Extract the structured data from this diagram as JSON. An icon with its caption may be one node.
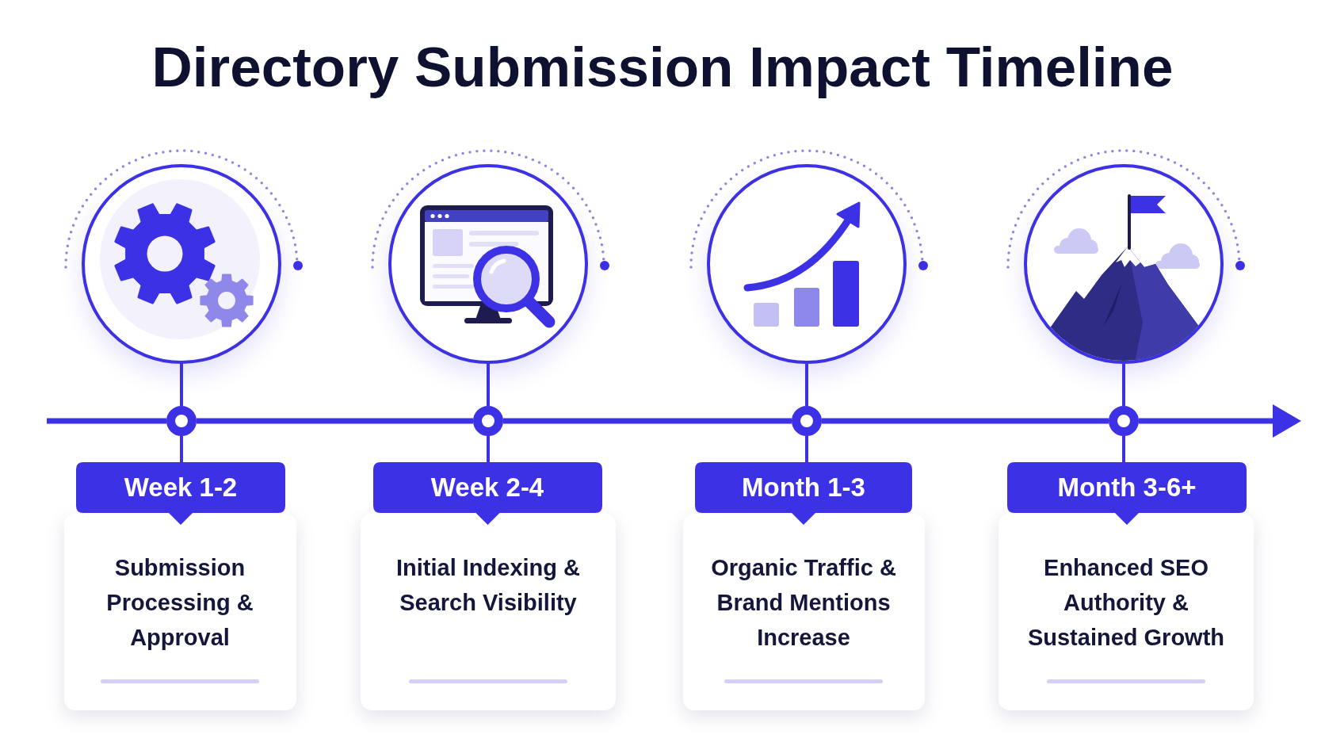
{
  "diagram": {
    "title": "Directory Submission Impact Timeline",
    "nodes": [
      {
        "text": [],
        "shape": "circle"
      },
      {
        "text": [],
        "shape": "circle"
      },
      {
        "text": [
          "Week 1-2"
        ]
      },
      {
        "text": [
          "Submission Processing & Approval"
        ]
      },
      {
        "text": [],
        "shape": "circle"
      },
      {
        "text": [],
        "shape": "circle"
      },
      {
        "text": [
          "Week 2-4"
        ]
      },
      {
        "text": [
          "Initial Indexing & Search Visibility"
        ]
      },
      {
        "text": [],
        "shape": "circle"
      },
      {
        "text": [],
        "shape": "circle"
      },
      {
        "text": [
          "Month 1-3"
        ]
      },
      {
        "text": [
          "Organic Traffic & Brand Mentions Increase"
        ]
      },
      {
        "text": [],
        "shape": "circle"
      },
      {
        "text": [],
        "shape": "circle"
      },
      {
        "text": [
          "Month 3-6+"
        ]
      },
      {
        "text": [
          "Enhanced SEO Authority & Sustained Growth"
        ]
      }
    ],
    "edges": [
      {
        "from": null,
        "to": 1,
        "arrow": "none"
      },
      {
        "from": 1,
        "to": 5,
        "arrow": "none"
      },
      {
        "from": 5,
        "to": 9,
        "arrow": "none"
      },
      {
        "from": 9,
        "to": 13,
        "arrow": "none"
      },
      {
        "from": 13,
        "to": null,
        "arrow": "to"
      },
      {
        "from": 0,
        "to": 1,
        "arrow": "none"
      },
      {
        "from": 1,
        "to": 2,
        "arrow": "none"
      },
      {
        "from": 4,
        "to": 5,
        "arrow": "none"
      },
      {
        "from": 5,
        "to": 6,
        "arrow": "none"
      },
      {
        "from": 8,
        "to": 9,
        "arrow": "none"
      },
      {
        "from": 9,
        "to": 10,
        "arrow": "none"
      },
      {
        "from": 12,
        "to": 13,
        "arrow": "none"
      },
      {
        "from": 13,
        "to": 14,
        "arrow": "none"
      }
    ]
  }
}
